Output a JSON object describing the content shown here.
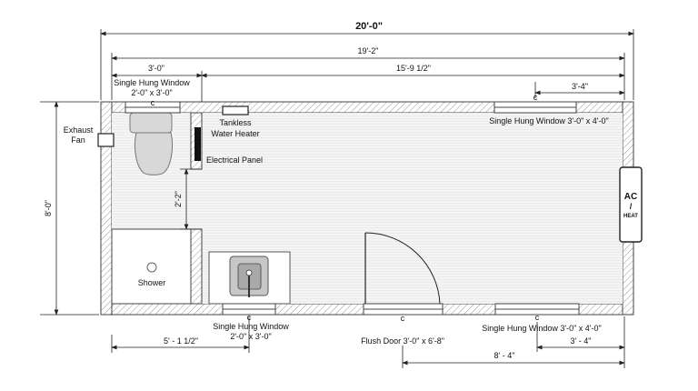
{
  "dimensions": {
    "overall_length": "20'-0\"",
    "interior_length": "19'-2\"",
    "bath_width": "3'-0\"",
    "main_length": "15'-9 1/2\"",
    "window_offset_top": "3'-4\"",
    "width": "8'-0\"",
    "bath_depth": "2'-2\"",
    "bottom_left": "5' - 1 1/2\"",
    "bottom_right": "3' - 4\"",
    "door_offset": "8' - 4\""
  },
  "labels": {
    "exhaust_fan_line1": "Exhaust",
    "exhaust_fan_line2": "Fan",
    "window_top_left_line1": "Single Hung Window",
    "window_top_left_line2": "2'-0\" x 3'-0\"",
    "tankless_line1": "Tankless",
    "tankless_line2": "Water Heater",
    "electrical_panel": "Electrical Panel",
    "window_top_right": "Single Hung Window 3'-0\" x 4'-0\"",
    "shower": "Shower",
    "ac_line1": "AC",
    "ac_line2": "/",
    "ac_line3": "HEAT",
    "window_bottom_left_line1": "Single Hung Window",
    "window_bottom_left_line2": "2'-0\" x 3'-0\"",
    "door": "Flush Door 3'-0\" x  6'-8\"",
    "window_bottom_right": "Single Hung Window 3'-0\" x 4'-0\"",
    "window_marker": "c"
  }
}
